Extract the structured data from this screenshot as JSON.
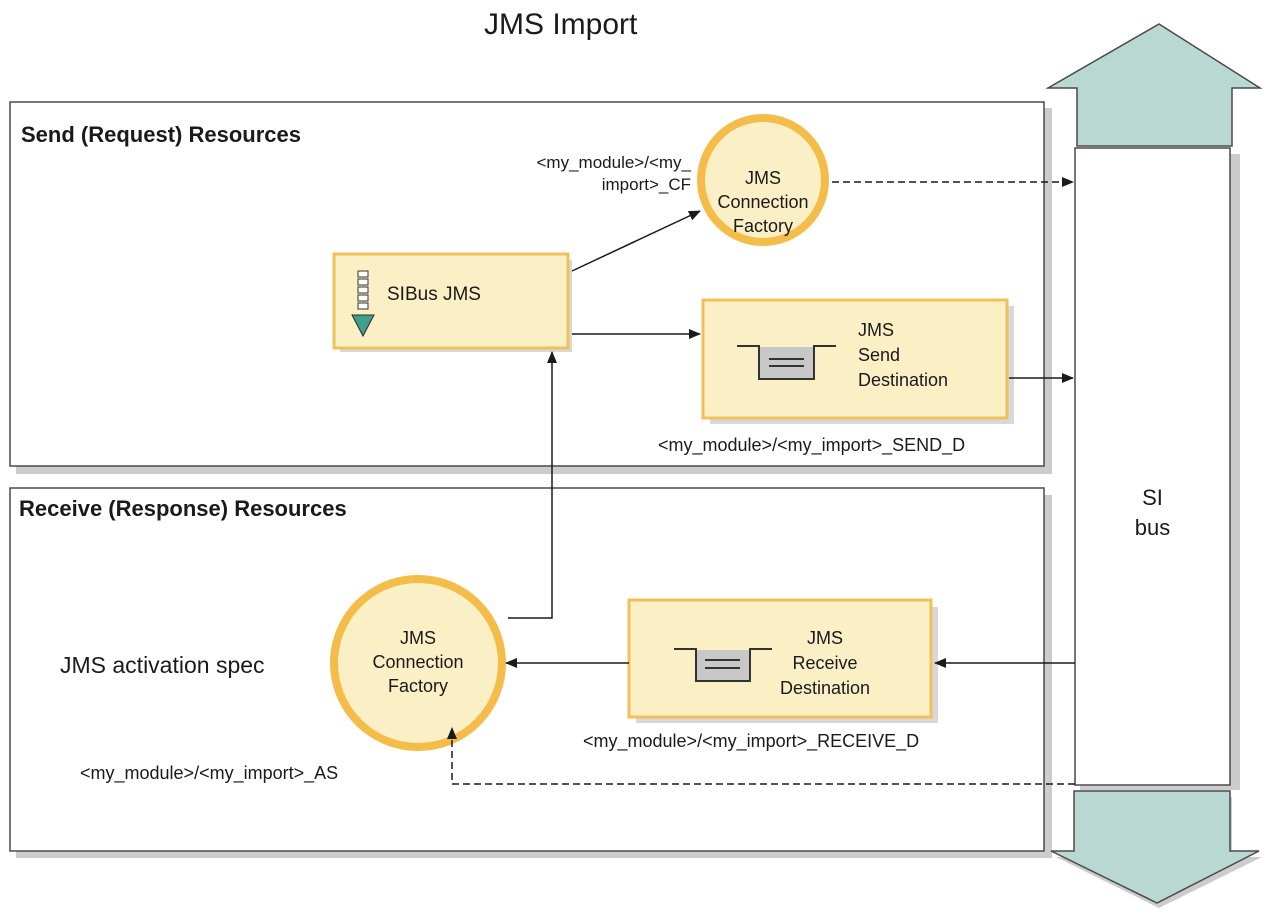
{
  "title": "JMS Import",
  "send_panel": {
    "title": "Send (Request) Resources",
    "cf_jndi": [
      "<my_module>/<my_",
      "import>_CF"
    ],
    "sibus_label": "SIBus JMS",
    "connection_factory": [
      "JMS",
      "Connection",
      "Factory"
    ],
    "send_destination": [
      "JMS",
      "Send",
      "Destination"
    ],
    "send_destination_jndi": "<my_module>/<my_import>_SEND_D"
  },
  "receive_panel": {
    "title": "Receive (Response) Resources",
    "activation_spec_label": "JMS activation spec",
    "connection_factory": [
      "JMS",
      "Connection",
      "Factory"
    ],
    "receive_destination": [
      "JMS",
      "Receive",
      "Destination"
    ],
    "receive_destination_jndi": "<my_module>/<my_import>_RECEIVE_D",
    "activation_spec_jndi": "<my_module>/<my_import>_AS"
  },
  "bus": {
    "label": [
      "SI",
      "bus"
    ]
  },
  "colors": {
    "panel_border": "#4a4a4a",
    "panel_shadow": "#cccccc",
    "node_fill": "#fbefc6",
    "node_border": "#f2c05a",
    "circle_fill": "#fbefc6",
    "circle_border": "#f4bc48",
    "bus_arrow": "#b9d8d2",
    "queue_gray": "#c8c8c8"
  }
}
